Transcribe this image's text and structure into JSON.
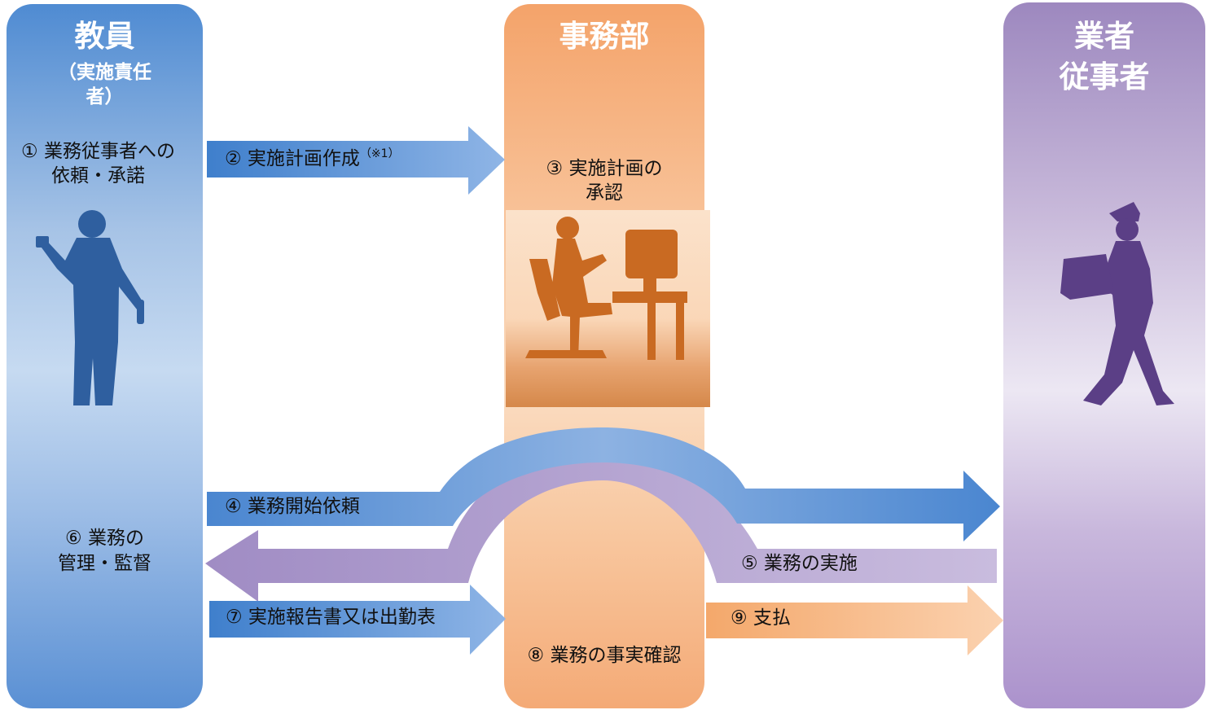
{
  "columns": {
    "teacher": {
      "title": "教員",
      "subtitle_line1": "（実施責任",
      "subtitle_line2": "者）",
      "color": "#4f8bd2"
    },
    "office": {
      "title": "事務部",
      "color": "#f4a36a"
    },
    "vendor": {
      "title_line1": "業者",
      "title_line2": "従事者",
      "color": "#9d88bf"
    }
  },
  "steps": {
    "s1_line1": "① 業務従事者への",
    "s1_line2": "依頼・承諾",
    "s2": "② 実施計画作成",
    "s2_note": "（※1）",
    "s3_line1": "③ 実施計画の",
    "s3_line2": "承認",
    "s4": "④ 業務開始依頼",
    "s5": "⑤ 業務の実施",
    "s6_line1": "⑥ 業務の",
    "s6_line2": "管理・監督",
    "s7": "⑦ 実施報告書又は出勤表",
    "s8": "⑧ 業務の事実確認",
    "s9": "⑨ 支払"
  },
  "icons": {
    "teacher": "teacher-silhouette-icon",
    "office": "office-worker-at-computer-icon",
    "vendor": "delivery-worker-silhouette-icon"
  },
  "arrow_colors": {
    "blue": "#4a86d0",
    "purple": "#a896c6",
    "orange": "#f4aa70"
  }
}
